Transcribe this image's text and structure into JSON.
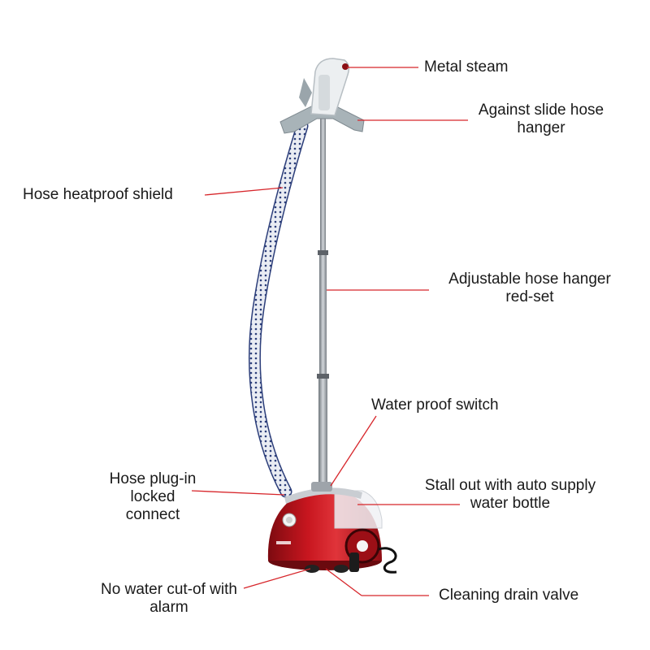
{
  "labels": {
    "metal_steam": [
      "Metal steam"
    ],
    "hose_hanger": [
      "Against slide hose",
      "hanger"
    ],
    "heatproof_shield": [
      "Hose heatproof shield"
    ],
    "adjustable_hanger": [
      "Adjustable hose hanger",
      "red-set"
    ],
    "water_switch": [
      "Water proof switch"
    ],
    "hose_plug": [
      "Hose plug-in",
      "locked",
      "connect"
    ],
    "water_bottle": [
      "Stall out with auto supply",
      "water bottle"
    ],
    "no_water": [
      "No water cut-of with",
      "alarm"
    ],
    "drain_valve": [
      "Cleaning drain valve"
    ]
  },
  "colors": {
    "leader": "#d7262b",
    "body": "#b5131c",
    "pole": "#9aa0a6",
    "hanger": "#a8b3b8"
  }
}
